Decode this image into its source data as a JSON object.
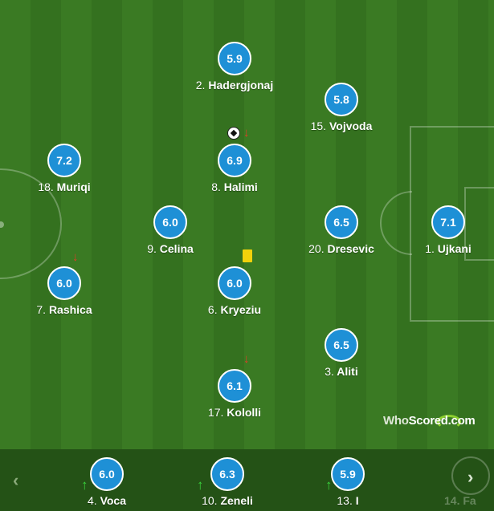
{
  "pitch_players": [
    {
      "number": "2.",
      "name": "Hadergjonaj",
      "rating": "5.9"
    },
    {
      "number": "15.",
      "name": "Vojvoda",
      "rating": "5.8"
    },
    {
      "number": "18.",
      "name": "Muriqi",
      "rating": "7.2"
    },
    {
      "number": "8.",
      "name": "Halimi",
      "rating": "6.9"
    },
    {
      "number": "9.",
      "name": "Celina",
      "rating": "6.0"
    },
    {
      "number": "20.",
      "name": "Dresevic",
      "rating": "6.5"
    },
    {
      "number": "1.",
      "name": "Ujkani",
      "rating": "7.1"
    },
    {
      "number": "7.",
      "name": "Rashica",
      "rating": "6.0"
    },
    {
      "number": "6.",
      "name": "Kryeziu",
      "rating": "6.0"
    },
    {
      "number": "3.",
      "name": "Aliti",
      "rating": "6.5"
    },
    {
      "number": "17.",
      "name": "Kololli",
      "rating": "6.1"
    }
  ],
  "substitutes": [
    {
      "number": "4.",
      "name": "Voca",
      "rating": "6.0"
    },
    {
      "number": "10.",
      "name": "Zeneli",
      "rating": "6.3"
    },
    {
      "number": "13.",
      "name": "I",
      "rating": "5.9"
    }
  ],
  "faded_sub": {
    "number": "14.",
    "name": "Fa"
  },
  "icons": {
    "substituted_off": "arrow-down-icon",
    "substituted_on": "arrow-up-icon",
    "goal": "football-icon",
    "booking": "yellow-card-icon",
    "prev": "chevron-left-icon",
    "next": "chevron-right-icon"
  },
  "watermark": {
    "part1": "Who",
    "part2": "Scored",
    ".com": ".com"
  },
  "colors": {
    "rating_badge": "#1e90d6",
    "arrow_down": "#e23b2a",
    "arrow_up": "#39d33c",
    "yellow_card": "#f2d20b",
    "pitch": "#3a7a23"
  }
}
